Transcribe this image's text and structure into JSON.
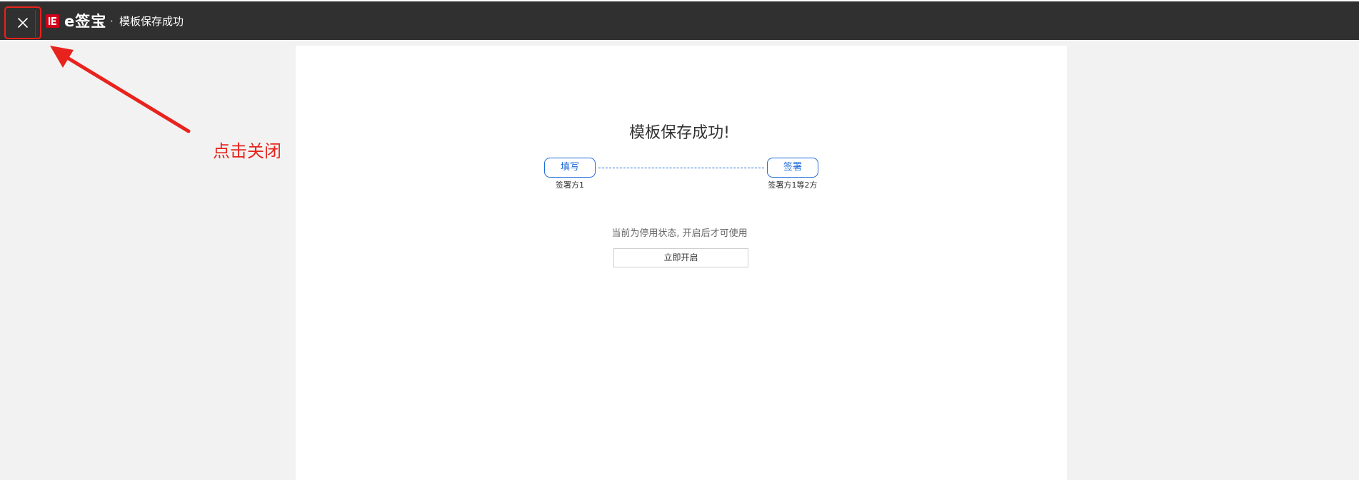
{
  "header": {
    "logo_text": "e签宝",
    "separator": "·",
    "title": "模板保存成功"
  },
  "main": {
    "success_title": "模板保存成功!",
    "steps": [
      {
        "label": "填写",
        "caption": "签署方1"
      },
      {
        "label": "签署",
        "caption": "签署方1等2方"
      }
    ],
    "status_text": "当前为停用状态, 开启后才可使用",
    "enable_button_label": "立即开启"
  },
  "annotation": {
    "text": "点击关闭"
  },
  "colors": {
    "topbar": "#303030",
    "accent_blue": "#1d69d8",
    "brand_red": "#d0021b",
    "annotation_red": "#e8231d"
  },
  "icons": {
    "close": "close-icon",
    "logo": "esign-logo-icon"
  }
}
